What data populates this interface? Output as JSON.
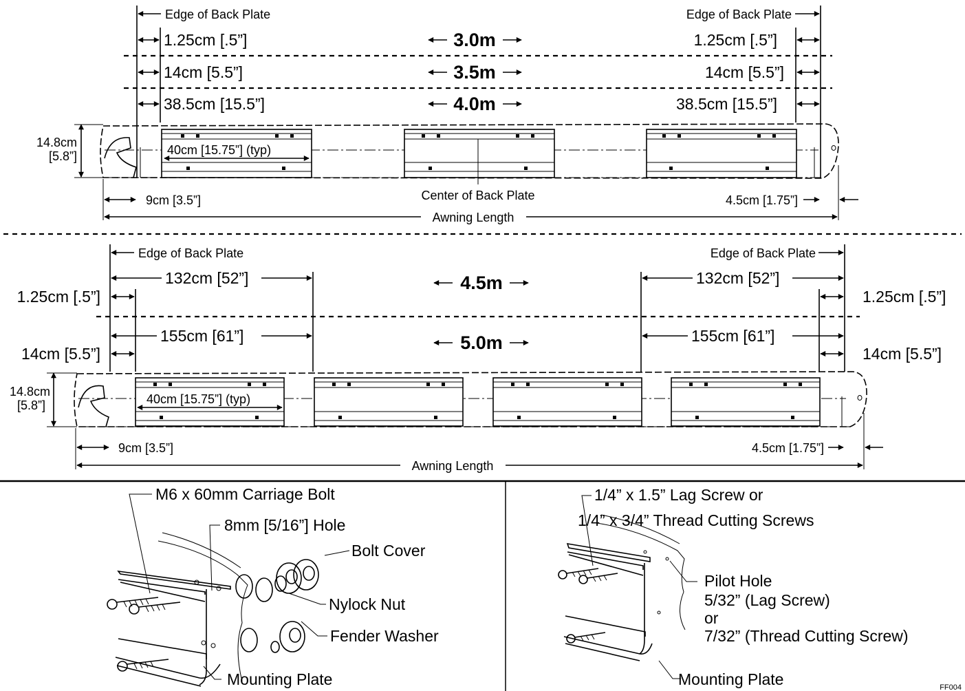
{
  "labels": {
    "edge_of_back_plate": "Edge of Back Plate",
    "center_of_back_plate": "Center of Back Plate",
    "awning_length": "Awning Length",
    "typ_spacing": "40cm [15.75”] (typ)",
    "height": [
      "14.8cm",
      "[5.8”]"
    ],
    "left_offset": "9cm [3.5”]",
    "right_offset": "4.5cm [1.75”]"
  },
  "top_section": {
    "rows": [
      {
        "size": "3.0m",
        "left": "1.25cm [.5”]",
        "right": "1.25cm [.5”]"
      },
      {
        "size": "3.5m",
        "left": "14cm [5.5”]",
        "right": "14cm [5.5”]"
      },
      {
        "size": "4.0m",
        "left": "38.5cm [15.5”]",
        "right": "38.5cm [15.5”]"
      }
    ]
  },
  "bottom_section": {
    "rows": [
      {
        "size": "4.5m",
        "inner": "132cm [52”]",
        "outer": "1.25cm [.5”]"
      },
      {
        "size": "5.0m",
        "inner": "155cm [61”]",
        "outer": "14cm [5.5”]"
      }
    ]
  },
  "detail_left": {
    "carriage_bolt": "M6 x 60mm Carriage Bolt",
    "hole": "8mm [5/16”] Hole",
    "bolt_cover": "Bolt Cover",
    "nylock_nut": "Nylock Nut",
    "fender_washer": "Fender Washer",
    "mounting_plate": "Mounting Plate"
  },
  "detail_right": {
    "screw_line1": "1/4” x 1.5” Lag Screw or",
    "screw_line2": "1/4” x 3/4” Thread Cutting Screws",
    "pilot_line1": "Pilot Hole",
    "pilot_line2": "5/32” (Lag Screw)",
    "pilot_line3": "or",
    "pilot_line4": "7/32” (Thread Cutting Screw)",
    "mounting_plate": "Mounting Plate"
  },
  "figure_code": "FF004"
}
